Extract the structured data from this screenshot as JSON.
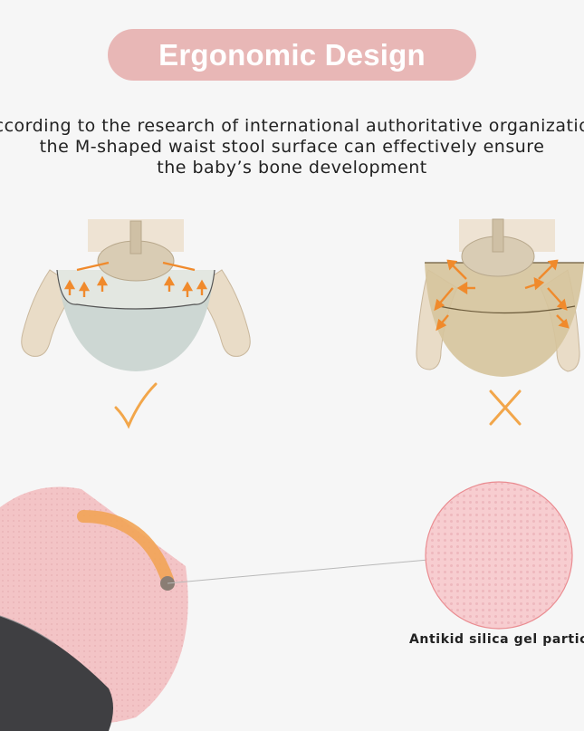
{
  "header": {
    "title": "Ergonomic Design"
  },
  "description": {
    "lines": [
      "ccording to the research of international authoritative organizatio",
      "the M-shaped waist stool surface can effectively ensure",
      "the baby’s bone development"
    ]
  },
  "comparison": {
    "correct_symbol": "check-mark-icon",
    "wrong_symbol": "cross-mark-icon",
    "correct_color": "#f2a64a",
    "wrong_color": "#f2a64a",
    "arrow_color": "#f08a2c"
  },
  "detail": {
    "callout_label": "Antikid silica gel particles",
    "seat_color": "#f3c4c6",
    "fabric_color": "#f7cdd0"
  },
  "colors": {
    "title_pill": "#e8b7b6",
    "background": "#f6f6f6"
  }
}
